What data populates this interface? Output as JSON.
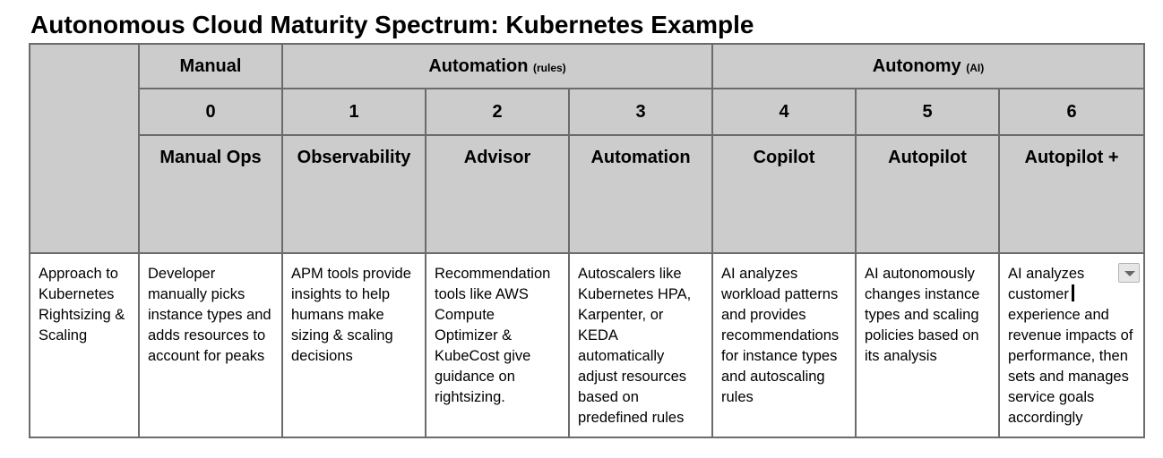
{
  "title": "Autonomous Cloud Maturity Spectrum: Kubernetes Example",
  "groups": {
    "manual": {
      "label": "Manual",
      "note": ""
    },
    "automation": {
      "label": "Automation",
      "note": "(rules)"
    },
    "autonomy": {
      "label": "Autonomy",
      "note": "(AI)"
    }
  },
  "levels": [
    {
      "number": "0",
      "name": "Manual Ops",
      "description": "Developer manually picks instance types and adds resources to account for peaks"
    },
    {
      "number": "1",
      "name": "Observability",
      "description": "APM tools provide insights to help humans make sizing & scaling decisions"
    },
    {
      "number": "2",
      "name": "Advisor",
      "description": "Recommendation tools like AWS Compute Optimizer & KubeCost give guidance on rightsizing."
    },
    {
      "number": "3",
      "name": "Automation",
      "description": "Autoscalers like Kubernetes HPA, Karpenter, or KEDA automatically adjust resources based on predefined rules"
    },
    {
      "number": "4",
      "name": "Copilot",
      "description": "AI analyzes workload patterns and provides recommendations for instance types and autoscaling rules"
    },
    {
      "number": "5",
      "name": "Autopilot",
      "description": "AI autonomously changes instance types and scaling policies based on its analysis"
    },
    {
      "number": "6",
      "name": "Autopilot +",
      "description_before_cursor": "AI analyzes customer",
      "description_after_cursor": "experience and revenue impacts of performance, then sets and manages service goals accordingly"
    }
  ],
  "row_label": "Approach to Kubernetes Rightsizing & Scaling",
  "colors": {
    "header_bg": "#cccccc",
    "border": "#6b6b6b"
  },
  "icons": {
    "cell_dropdown": "dropdown-arrow-icon",
    "text_cursor": "text-cursor"
  }
}
